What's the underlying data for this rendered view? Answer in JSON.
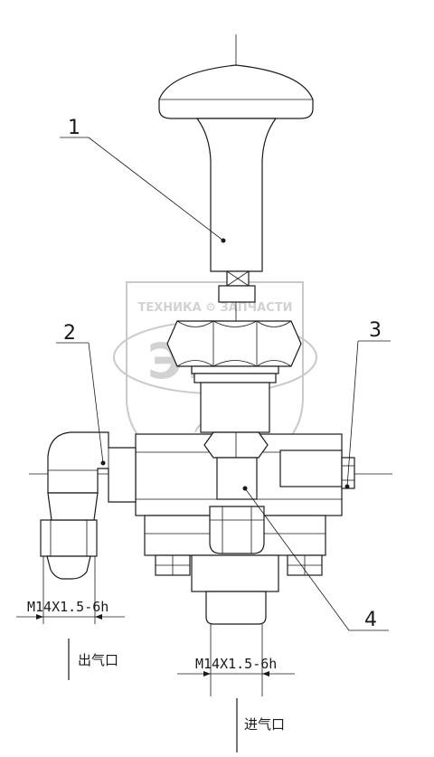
{
  "callouts": [
    "1",
    "2",
    "3",
    "4"
  ],
  "thread_spec_outlet": "M14X1.5-6h",
  "thread_spec_inlet": "M14X1.5-6h",
  "label_outlet": "出气口",
  "label_inlet": "进气口",
  "watermark": {
    "top_text": "ТЕХНИКА ⚙ ЗАПЧАСТИ",
    "logo_text": "ЭПФ"
  },
  "colors": {
    "line": "#1a1a1a",
    "watermark": "#c4c4c4"
  }
}
